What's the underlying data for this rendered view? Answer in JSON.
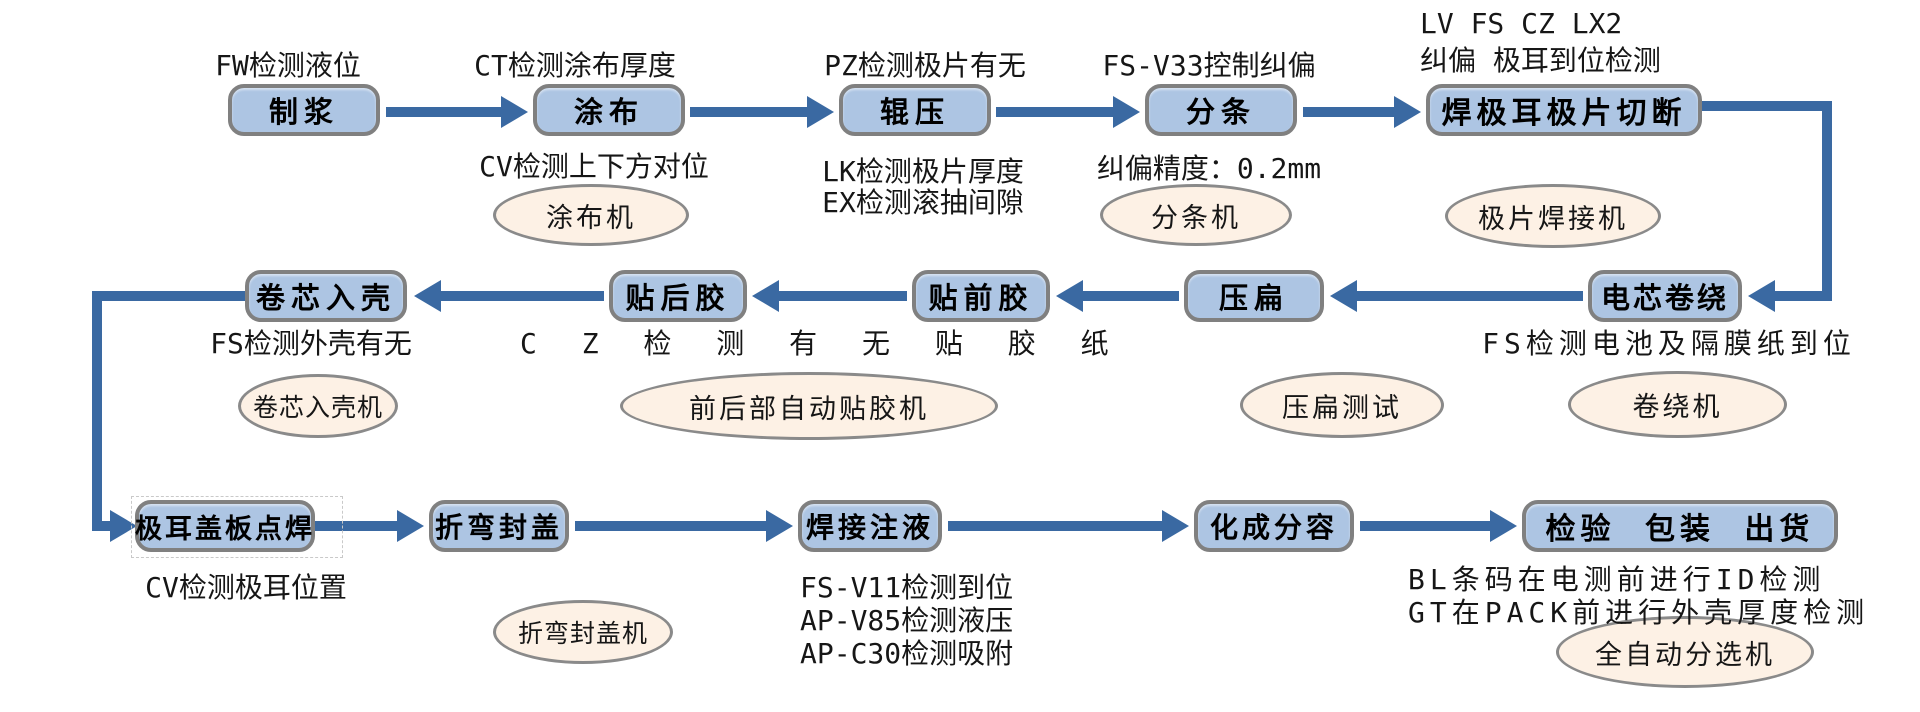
{
  "colors": {
    "box_fill": "#ADC5E3",
    "box_border": "#808080",
    "ellipse_fill": "#FDF1E5",
    "ellipse_border": "#8A8A8A",
    "arrow": "#3A69A2",
    "text": "#161616"
  },
  "process": {
    "slurry": "制浆",
    "coating": "涂布",
    "roll_press": "辊压",
    "slitting": "分条",
    "tab_weld_cut": "焊极耳极片切断",
    "core_into_case": "卷芯入壳",
    "rear_tape": "贴后胶",
    "front_tape": "贴前胶",
    "flatten": "压扁",
    "cell_winding": "电芯卷绕",
    "tab_cover_weld": "极耳盖板点焊",
    "bend_seal": "折弯封盖",
    "weld_inject": "焊接注液",
    "formation_grading": "化成分容",
    "inspect_pack_ship": "检验 包装 出货"
  },
  "machines": {
    "coating_machine": "涂布机",
    "slitting_machine": "分条机",
    "electrode_welding_machine": "极片焊接机",
    "core_casing_machine": "卷芯入壳机",
    "auto_taping_machine": "前后部自动贴胶机",
    "flatten_tester": "压扁测试",
    "winding_machine": "卷绕机",
    "bend_sealing_machine": "折弯封盖机",
    "auto_sorting_machine": "全自动分选机"
  },
  "notes": {
    "fw": "FW检测液位",
    "ct": "CT检测涂布厚度",
    "pz": "PZ检测极片有无",
    "fsv33": "FS-V33控制纠偏",
    "lv_line1": "LV FS CZ LX2",
    "lv_line2": "纠偏 极耳到位检测",
    "cv_align": "CV检测上下方对位",
    "lk": "LK检测极片厚度",
    "ex": "EX检测滚抽间隙",
    "accuracy": "纠偏精度：0.2mm",
    "fs_case": "FS检测外壳有无",
    "cz_tape": "C Z 检 测 有 无 贴 胶 纸",
    "fs_cell": "FS检测电池及隔膜纸到位",
    "cv_tab": "CV检测极耳位置",
    "fsv11": "FS-V11检测到位",
    "apv85": "AP-V85检测液压",
    "apc30": "AP-C30检测吸附",
    "bl": "BL条码在电测前进行ID检测",
    "gt": "GT在PACK前进行外壳厚度检测"
  }
}
